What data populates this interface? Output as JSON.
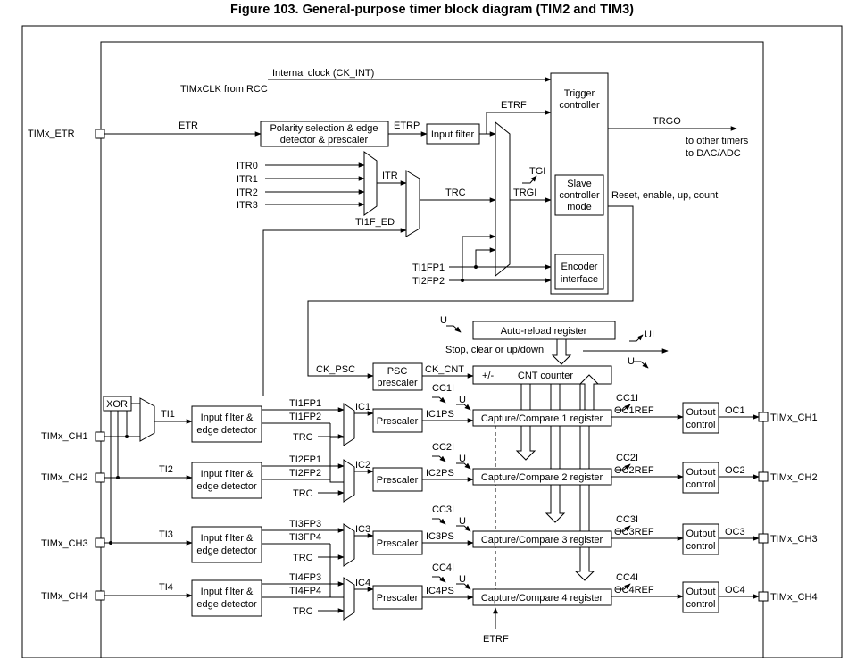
{
  "title": "Figure 103. General-purpose timer block diagram (TIM2 and TIM3)",
  "pins": {
    "etr": "TIMx_ETR",
    "ch1": "TIMx_CH1",
    "ch2": "TIMx_CH2",
    "ch3": "TIMx_CH3",
    "ch4": "TIMx_CH4"
  },
  "out_pins": {
    "ch1": "TIMx_CH1",
    "ch2": "TIMx_CH2",
    "ch3": "TIMx_CH3",
    "ch4": "TIMx_CH4"
  },
  "clocks": {
    "ck_int": "Internal clock (CK_INT)",
    "timxclk": "TIMxCLK from RCC"
  },
  "signals": {
    "etr": "ETR",
    "etrp": "ETRP",
    "etrf": "ETRF",
    "etrf_bottom": "ETRF",
    "itr0": "ITR0",
    "itr1": "ITR1",
    "itr2": "ITR2",
    "itr3": "ITR3",
    "itr": "ITR",
    "trc": "TRC",
    "ti1f_ed": "TI1F_ED",
    "tgi": "TGI",
    "trgi": "TRGI",
    "ti1fp1": "TI1FP1",
    "ti2fp2": "TI2FP2",
    "trgo": "TRGO",
    "to_timers": "to other timers",
    "to_dac": "to DAC/ADC",
    "reset_line": "Reset, enable, up, count",
    "u_top": "U",
    "ui": "UI",
    "u_right": "U",
    "stop_clear": "Stop, clear or up/down",
    "ck_psc": "CK_PSC",
    "ck_cnt": "CK_CNT",
    "pm": "+/-",
    "ti1": "TI1",
    "ti2": "TI2",
    "ti3": "TI3",
    "ti4": "TI4"
  },
  "blocks": {
    "polarity_1": "Polarity selection & edge",
    "polarity_2": "detector & prescaler",
    "input_filter": "Input filter",
    "trigger_1": "Trigger",
    "trigger_2": "controller",
    "slave_1": "Slave",
    "slave_2": "controller",
    "slave_3": "mode",
    "encoder_1": "Encoder",
    "encoder_2": "interface",
    "arr": "Auto-reload register",
    "psc_1": "PSC",
    "psc_2": "prescaler",
    "cnt": "CNT counter",
    "xor": "XOR"
  },
  "channels": [
    {
      "filter_1": "Input filter &",
      "filter_2": "edge detector",
      "fpa": "TI1FP1",
      "fpb": "TI1FP2",
      "trc": "TRC",
      "ic": "IC1",
      "prescaler": "Prescaler",
      "icps": "IC1PS",
      "cci": "CC1I",
      "u": "U",
      "reg": "Capture/Compare 1 register",
      "cci_out": "CC1I",
      "ocref": "OC1REF",
      "out_1": "Output",
      "out_2": "control",
      "oc": "OC1"
    },
    {
      "filter_1": "Input filter &",
      "filter_2": "edge detector",
      "fpa": "TI2FP1",
      "fpb": "TI2FP2",
      "trc": "TRC",
      "ic": "IC2",
      "prescaler": "Prescaler",
      "icps": "IC2PS",
      "cci": "CC2I",
      "u": "U",
      "reg": "Capture/Compare 2 register",
      "cci_out": "CC2I",
      "ocref": "OC2REF",
      "out_1": "Output",
      "out_2": "control",
      "oc": "OC2"
    },
    {
      "filter_1": "Input filter &",
      "filter_2": "edge detector",
      "fpa": "TI3FP3",
      "fpb": "TI3FP4",
      "trc": "TRC",
      "ic": "IC3",
      "prescaler": "Prescaler",
      "icps": "IC3PS",
      "cci": "CC3I",
      "u": "U",
      "reg": "Capture/Compare 3 register",
      "cci_out": "CC3I",
      "ocref": "OC3REF",
      "out_1": "Output",
      "out_2": "control",
      "oc": "OC3"
    },
    {
      "filter_1": "Input filter &",
      "filter_2": "edge detector",
      "fpa": "TI4FP3",
      "fpb": "TI4FP4",
      "trc": "TRC",
      "ic": "IC4",
      "prescaler": "Prescaler",
      "icps": "IC4PS",
      "cci": "CC4I",
      "u": "U",
      "reg": "Capture/Compare 4 register",
      "cci_out": "CC4I",
      "ocref": "OC4REF",
      "out_1": "Output",
      "out_2": "control",
      "oc": "OC4"
    }
  ]
}
